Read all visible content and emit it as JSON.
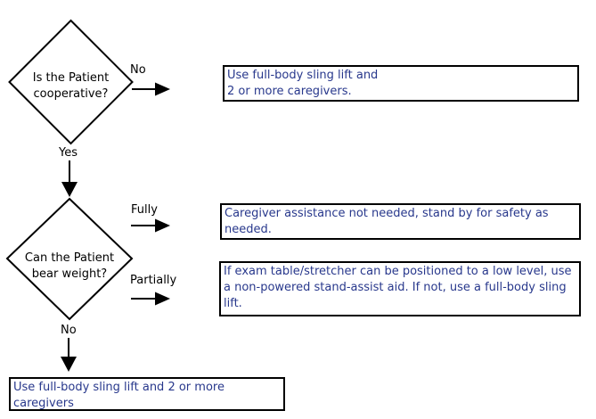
{
  "colors": {
    "box_text": "#28388c",
    "label_text": "#000000",
    "line": "#000000",
    "background": "#ffffff"
  },
  "flowchart": {
    "decisions": [
      {
        "label": "Is the Patient\ncooperative?"
      },
      {
        "label": "Can the Patient\nbear weight?"
      }
    ],
    "edge_labels": [
      {
        "label": "No"
      },
      {
        "label": "Yes"
      },
      {
        "label": "Fully"
      },
      {
        "label": "Partially"
      },
      {
        "label": "No"
      }
    ],
    "outcomes": [
      {
        "text": "Use full-body sling lift and\n2 or more caregivers."
      },
      {
        "text": "Caregiver assistance not needed, stand by for safety as\nneeded."
      },
      {
        "text": "If exam table/stretcher can be positioned to a low level, use\na non-powered stand-assist aid. If not, use a full-body sling\nlift."
      },
      {
        "text": "Use full-body sling lift and 2 or more\ncaregivers"
      }
    ]
  }
}
